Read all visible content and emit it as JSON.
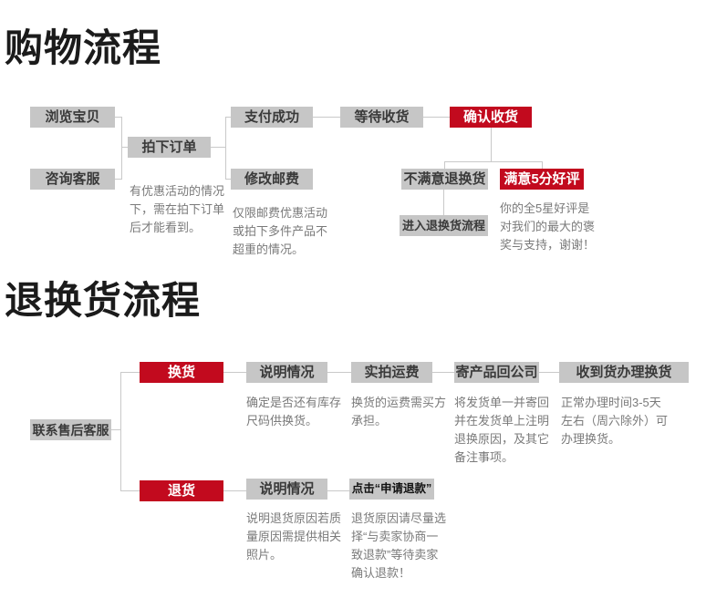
{
  "colors": {
    "background": "#ffffff",
    "box_gray": "#c6c6c6",
    "box_red": "#c20a1e",
    "box_label_dark": "#3a3a3a",
    "note_text": "#7a7a7a",
    "title_text": "#1b1b1b",
    "connector_line": "#c9c9c9"
  },
  "shopping": {
    "title": "购物流程",
    "nodes": {
      "browse": "浏览宝贝",
      "consult": "咨询客服",
      "order": "拍下订单",
      "pay": "支付成功",
      "postage": "修改邮费",
      "wait": "等待收货",
      "confirm": "确认收货",
      "unsatisfied": "不满意退换货",
      "praise": "满意5分好评",
      "enter_return": "进入退换货流程"
    },
    "notes": {
      "order_note": "有优惠活动的情况\n下，需在拍下订单\n后才能看到。",
      "postage_note": "仅限邮费优惠活动\n或拍下多件产品不\n超重的情况。",
      "praise_note": "你的全5星好评是\n对我们的最大的褒\n奖与支持，谢谢！"
    }
  },
  "returns": {
    "title": "退换货流程",
    "nodes": {
      "contact": "联系售后客服",
      "exchange": "换货",
      "refund": "退货",
      "explain_exchange": "说明情况",
      "shipping": "实拍运费",
      "send_back": "寄产品回公司",
      "process": "收到货办理换货",
      "explain_refund": "说明情况",
      "click_refund": "点击“申请退款”"
    },
    "notes": {
      "explain_exchange_note": "确定是否还有库存\n尺码供换货。",
      "shipping_note": "换货的运费需买方\n承担。",
      "send_back_note": "将发货单一并寄回\n并在发货单上注明\n退换原因，及其它\n备注事项。",
      "process_note": "正常办理时间3-5天\n左右（周六除外）可\n办理换货。",
      "explain_refund_note": "说明退货原因若质\n量原因需提供相关\n照片。",
      "click_refund_note": "退货原因请尽量选\n择“与卖家协商一\n致退款”等待卖家\n确认退款！"
    }
  }
}
